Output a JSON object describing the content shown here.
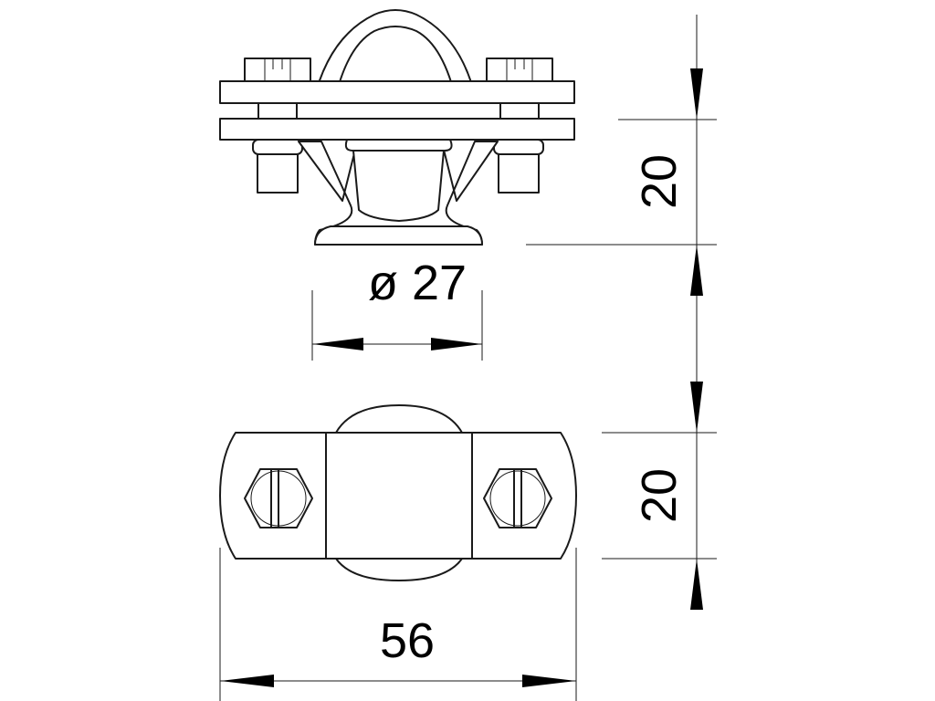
{
  "dimensions": {
    "diameter": "ø 27",
    "height_upper": "20",
    "height_lower": "20",
    "width": "56"
  },
  "colors": {
    "line": "#1a1a1a",
    "arrow": "#000000",
    "background": "#ffffff"
  }
}
